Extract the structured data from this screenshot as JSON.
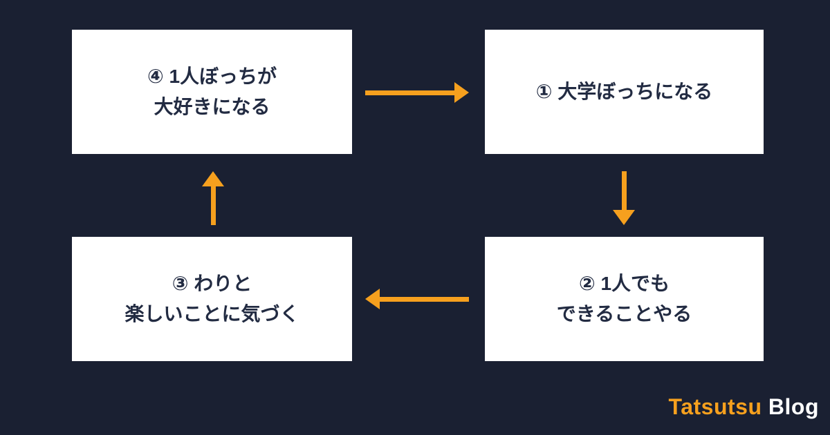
{
  "page": {
    "background_color": "#1a2032",
    "accent_color": "#f6a01e",
    "box_color": "#ffffff",
    "text_color": "#222b42"
  },
  "diagram": {
    "type": "cycle",
    "steps": [
      {
        "id": 1,
        "position": "top-right",
        "lines": [
          "① 大学ぼっちになる",
          ""
        ]
      },
      {
        "id": 2,
        "position": "bottom-right",
        "lines": [
          "② 1人でも",
          "できることやる"
        ]
      },
      {
        "id": 3,
        "position": "bottom-left",
        "lines": [
          "③ わりと",
          "楽しいことに気づく"
        ]
      },
      {
        "id": 4,
        "position": "top-left",
        "lines": [
          "④ 1人ぼっちが",
          "大好きになる"
        ]
      }
    ],
    "arrows": [
      {
        "from": 4,
        "to": 1,
        "direction": "right"
      },
      {
        "from": 1,
        "to": 2,
        "direction": "down"
      },
      {
        "from": 2,
        "to": 3,
        "direction": "left"
      },
      {
        "from": 3,
        "to": 4,
        "direction": "up"
      }
    ]
  },
  "footer": {
    "brand_primary": "Tatsutsu",
    "brand_secondary": "Blog"
  }
}
